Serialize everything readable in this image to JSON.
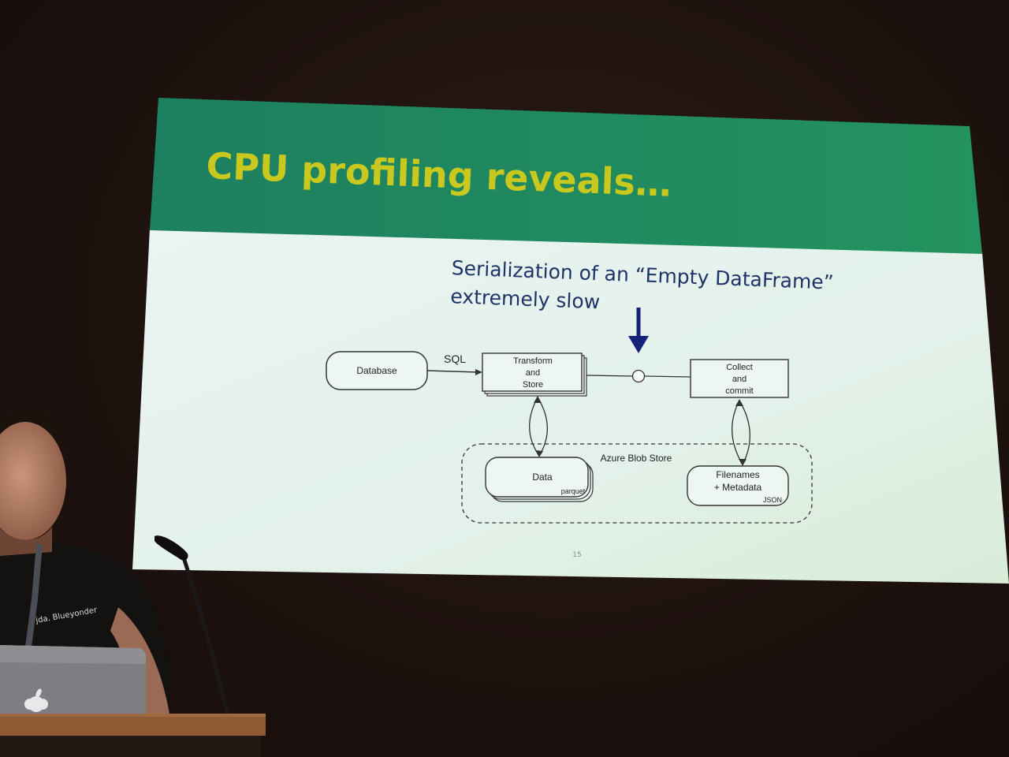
{
  "slide": {
    "title": "CPU profiling reveals…",
    "annotation_line1": "Serialization of an “Empty DataFrame”",
    "annotation_line2": "extremely slow",
    "page_number": "15",
    "colors": {
      "header_green": "#1f8a62",
      "title_yellow": "#c9c81e",
      "body_bg": "#e6f2ee",
      "annotation_text": "#1e3468",
      "arrow_navy": "#13237a"
    }
  },
  "diagram": {
    "database": "Database",
    "sql_label": "SQL",
    "transform": [
      "Transform",
      "and",
      "Store"
    ],
    "collect": [
      "Collect",
      "and",
      "commit"
    ],
    "blob_store": "Azure Blob Store",
    "data": "Data",
    "data_format": "parquet",
    "filenames": [
      "Filenames",
      "+ Metadata"
    ],
    "filenames_format": "JSON"
  },
  "scene": {
    "laptop_logo": "apple-logo-icon",
    "lanyard_text": "jda. Blueyonder"
  }
}
